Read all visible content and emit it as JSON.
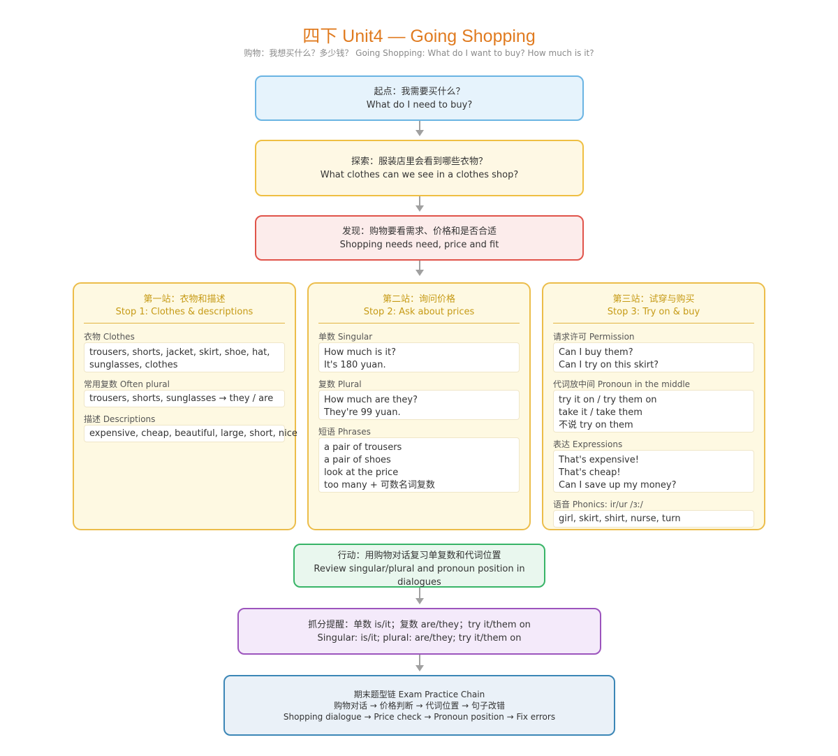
{
  "header": {
    "title": "四下 Unit4 — Going Shopping",
    "subtitle": "购物：我想买什么？多少钱？  Going Shopping: What do I want to buy? How much is it?"
  },
  "start": {
    "cn": "起点：我需要买什么？",
    "en": "What do I need to buy?"
  },
  "explore": {
    "cn": "探索：服装店里会看到哪些衣物？",
    "en": "What clothes can we see in a clothes shop?"
  },
  "discover": {
    "cn": "发现：购物要看需求、价格和是否合适",
    "en": "Shopping needs need, price and fit"
  },
  "stops": [
    {
      "cn": "第一站：衣物和描述",
      "en": "Stop 1: Clothes & descriptions",
      "sections": [
        {
          "label": "衣物 Clothes",
          "lines": [
            "trousers, shorts, jacket, skirt, shoe, hat,",
            "sunglasses, clothes"
          ]
        },
        {
          "label": "常用复数 Often plural",
          "lines": [
            "trousers, shorts, sunglasses → they / are"
          ]
        },
        {
          "label": "描述 Descriptions",
          "lines": [
            "expensive, cheap, beautiful, large, short, nice"
          ]
        }
      ]
    },
    {
      "cn": "第二站：询问价格",
      "en": "Stop 2: Ask about prices",
      "sections": [
        {
          "label": "单数 Singular",
          "lines": [
            "How much is it?",
            "It's 180 yuan."
          ]
        },
        {
          "label": "复数 Plural",
          "lines": [
            "How much are they?",
            "They're 99 yuan."
          ]
        },
        {
          "label": "短语 Phrases",
          "lines": [
            "a pair of trousers",
            "a pair of shoes",
            "look at the price",
            "too many + 可数名词复数"
          ]
        }
      ]
    },
    {
      "cn": "第三站：试穿与购买",
      "en": "Stop 3: Try on & buy",
      "sections": [
        {
          "label": "请求许可 Permission",
          "lines": [
            "Can I buy them?",
            "Can I try on this skirt?"
          ]
        },
        {
          "label": "代词放中间 Pronoun in the middle",
          "lines": [
            "try it on / try them on",
            "take it / take them",
            "不说 try on them"
          ]
        },
        {
          "label": "表达 Expressions",
          "lines": [
            "That's expensive!",
            "That's cheap!",
            "Can I save up my money?"
          ]
        },
        {
          "label": "语音 Phonics: ir/ur /ɜː/",
          "lines": [
            "girl, skirt, shirt, nurse, turn"
          ]
        }
      ]
    }
  ],
  "action": {
    "cn": "行动：用购物对话复习单复数和代词位置",
    "en": "Review singular/plural and pronoun position in dialogues"
  },
  "tips": {
    "cn": "抓分提醒：单数 is/it；复数 are/they；try it/them on",
    "en": "Singular: is/it; plural: are/they; try it/them on"
  },
  "chain": {
    "title": "期末题型链 Exam Practice Chain",
    "cn": "购物对话 → 价格判断 → 代词位置 → 句子改错",
    "en": "Shopping dialogue → Price check → Pronoun position → Fix errors"
  },
  "colors": {
    "title": "#e07b20",
    "start": "#6ab4e3",
    "explore": "#efbf42",
    "discover": "#e0534a",
    "stops": "#ecbd4a",
    "action": "#38b467",
    "tips": "#9c54bd",
    "chain": "#3b86b6",
    "arrow": "#a0a0a0"
  }
}
